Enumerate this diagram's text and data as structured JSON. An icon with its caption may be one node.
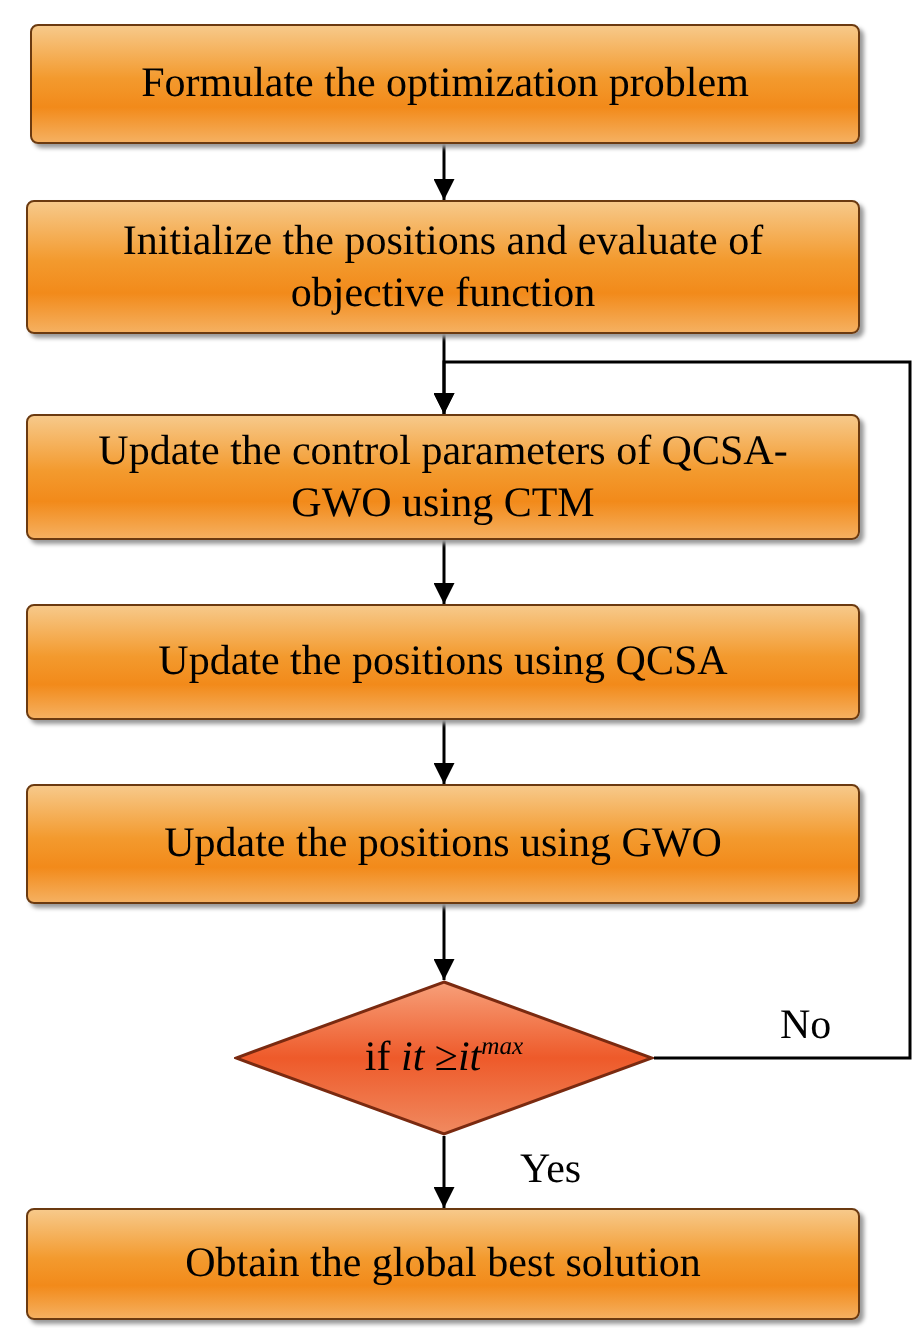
{
  "diagram": {
    "nodes": [
      {
        "text": [
          "Formulate the optimization problem"
        ]
      },
      {
        "text": [
          "Initialize the positions and evaluate of objective function"
        ]
      },
      {
        "text": [
          "Update the control parameters of QCSA-GWO using CTM"
        ]
      },
      {
        "text": [
          "Update the positions using QCSA"
        ]
      },
      {
        "text": [
          "Update the positions using GWO"
        ]
      },
      {
        "text": [
          "if *it* ≥*it*$^{max}$"
        ]
      },
      {
        "text": [
          "Obtain the global best solution"
        ]
      }
    ],
    "edges": [
      {
        "from": 0,
        "to": 1,
        "arrow": "to"
      },
      {
        "from": 1,
        "to": 2,
        "arrow": "to"
      },
      {
        "from": 2,
        "to": 3,
        "arrow": "to"
      },
      {
        "from": 3,
        "to": 4,
        "arrow": "to"
      },
      {
        "from": 4,
        "to": 5,
        "arrow": "to"
      },
      {
        "from": 5,
        "to": 6,
        "arrow": "to",
        "label": "Yes"
      },
      {
        "from": 5,
        "to": 2,
        "arrow": "to",
        "label": "No"
      }
    ]
  }
}
